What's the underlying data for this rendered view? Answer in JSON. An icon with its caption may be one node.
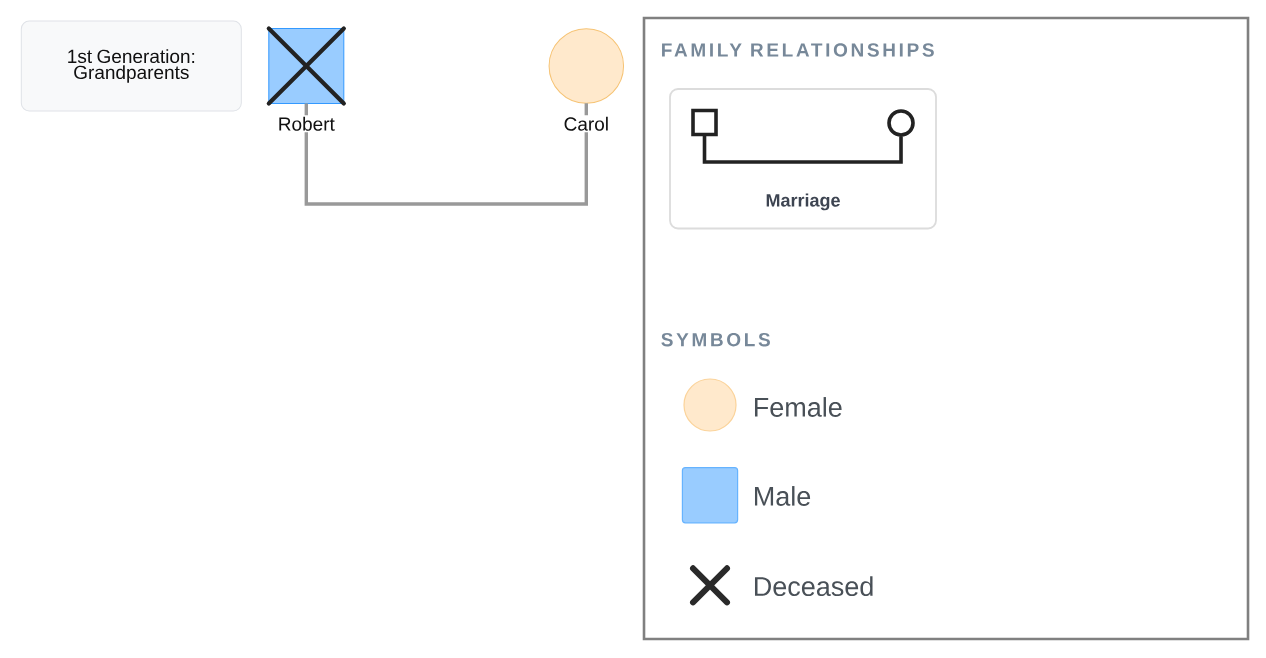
{
  "diagram": {
    "nodes": [
      {
        "text": [
          "1st Generation: Grandparents"
        ]
      },
      {
        "text": [],
        "shape": "box",
        "beside": [
          "Robert"
        ]
      },
      {
        "text": [],
        "shape": "circle",
        "beside": [
          "Carol"
        ]
      }
    ],
    "edges": [
      {
        "from": 1,
        "to": 2,
        "arrow": "none"
      }
    ],
    "labels": [
      "FAMILY RELATIONSHIPS",
      "SYMBOLS"
    ],
    "legend": [
      {
        "text": "Marriage"
      },
      {
        "text": "Female",
        "color": "#ffe9cc"
      },
      {
        "text": "Male",
        "color": "#99ccff"
      },
      {
        "text": "Deceased"
      }
    ]
  }
}
